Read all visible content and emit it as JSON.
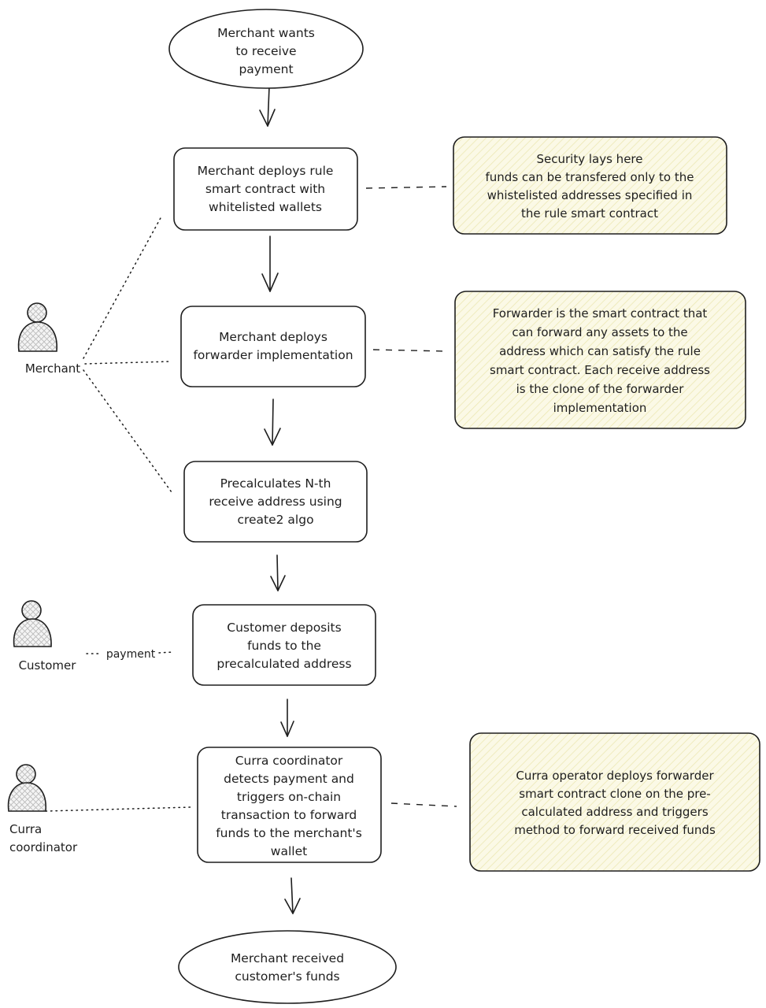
{
  "nodes": {
    "start": [
      "Merchant wants",
      "to receive",
      "payment"
    ],
    "deploy_rule": [
      "Merchant deploys rule",
      "smart contract with",
      "whitelisted wallets"
    ],
    "deploy_forwarder": [
      "Merchant deploys",
      "forwarder implementation"
    ],
    "precalculate": [
      "Precalculates N-th",
      "receive address using",
      "create2 algo"
    ],
    "customer_deposit": [
      "Customer deposits",
      "funds to the",
      "precalculated address"
    ],
    "coordinator_detect": [
      "Curra coordinator",
      "detects payment and",
      "triggers on-chain",
      "transaction to forward",
      "funds to the merchant's",
      "wallet"
    ],
    "end": [
      "Merchant received",
      "customer's funds"
    ]
  },
  "notes": {
    "security": [
      "Security lays here",
      "funds can be transfered only to the",
      "whistelisted addresses specified in",
      "the rule smart contract"
    ],
    "forwarder": [
      "Forwarder is the smart contract that",
      "can forward any assets to the",
      "address which can satisfy the rule",
      "smart contract. Each receive address",
      "is the clone of the forwarder",
      "implementation"
    ],
    "operator": [
      "Curra operator deploys forwarder",
      "smart contract clone on the pre-",
      "calculated address and triggers",
      "method to forward received funds"
    ]
  },
  "actors": {
    "merchant": [
      "Merchant"
    ],
    "customer": [
      "Customer"
    ],
    "coordinator": [
      "Curra",
      "coordinator"
    ]
  },
  "edge_labels": {
    "payment": "payment"
  },
  "colors": {
    "stroke": "#1e1e1e",
    "note_fill": "#fbf9e6",
    "note_hatch": "#ece8b4",
    "actor_fill": "#f4f4f4",
    "actor_hatch": "#b9b9b9"
  }
}
